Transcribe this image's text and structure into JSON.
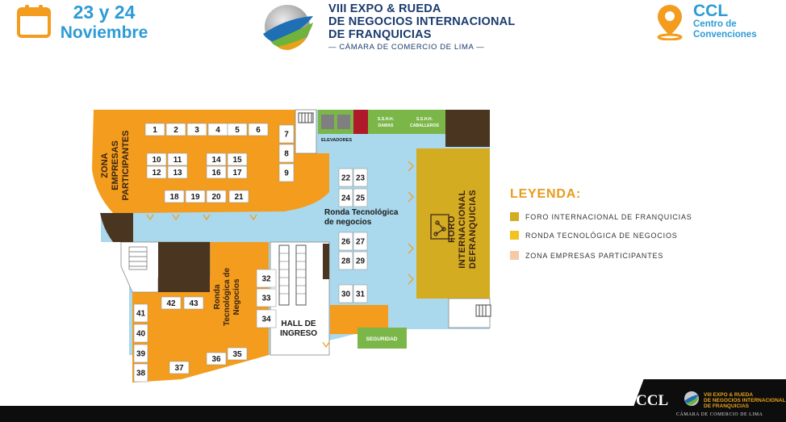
{
  "header": {
    "date_line1": "23 y 24",
    "date_line2": "Noviembre",
    "title_line1": "VIII EXPO & RUEDA",
    "title_line2": "DE NEGOCIOS INTERNACIONAL",
    "title_line3": "DE FRANQUICIAS",
    "subtitle": "— CÁMARA DE COMERCIO DE LIMA —",
    "venue_line1": "CCL",
    "venue_line2": "Centro de",
    "venue_line3": "Convenciones",
    "icons": [
      "calendar-icon",
      "location-pin-icon",
      "globe-logo-icon"
    ]
  },
  "colors": {
    "orange": "#f39c1d",
    "light_blue": "#aad8ec",
    "olive_gold": "#d4ac22",
    "yellow": "#f2c320",
    "peach": "#f5c9a6",
    "green": "#7ab648",
    "dark_brown": "#4a3520",
    "red": "#b0192a",
    "navy": "#1b3b6f",
    "accent_blue": "#2e9bd6"
  },
  "map": {
    "zone_companies": "ZONA EMPRESAS PARTICIPANTES",
    "zone_companies_lines": [
      "ZONA",
      "EMPRESAS",
      "PARTICIPANTES"
    ],
    "ronda_center_lines": [
      "Ronda Tecnológica",
      "de negocios"
    ],
    "ronda_lower_lines": [
      "Ronda",
      "Tecnológica de",
      "Negocios"
    ],
    "foro_lines": [
      "FORO",
      "INTERNACIONAL",
      "DEFRANQUICIAS"
    ],
    "hall_lines": [
      "HALL DE",
      "INGRESO"
    ],
    "elevators": "ELEVADORES",
    "ssh_damas_lines": [
      "S.S.H.H.",
      "DAMAS"
    ],
    "ssh_caballeros_lines": [
      "S.S.H.H.",
      "CABALLEROS"
    ],
    "security": "SEGURIDAD",
    "booths": [
      "1",
      "2",
      "3",
      "4",
      "5",
      "6",
      "7",
      "8",
      "9",
      "10",
      "11",
      "12",
      "13",
      "14",
      "15",
      "16",
      "17",
      "18",
      "19",
      "20",
      "21",
      "22",
      "23",
      "24",
      "25",
      "26",
      "27",
      "28",
      "29",
      "30",
      "31",
      "32",
      "33",
      "34",
      "35",
      "36",
      "37",
      "38",
      "39",
      "40",
      "41",
      "42",
      "43"
    ]
  },
  "legend": {
    "title": "LEYENDA:",
    "items": [
      {
        "label": "FORO INTERNACIONAL DE FRANQUICIAS",
        "color": "#d4ac22"
      },
      {
        "label": "RONDA TECNOLÓGICA DE NEGOCIOS",
        "color": "#f2c320"
      },
      {
        "label": "ZONA EMPRESAS PARTICIPANTES",
        "color": "#f5c9a6"
      }
    ]
  },
  "footer": {
    "brand": "CCL",
    "line1": "VIII EXPO & RUEDA",
    "line2": "DE NEGOCIOS INTERNACIONAL",
    "line3": "DE FRANQUICIAS",
    "line4": "CÁMARA DE COMERCIO DE LIMA"
  }
}
